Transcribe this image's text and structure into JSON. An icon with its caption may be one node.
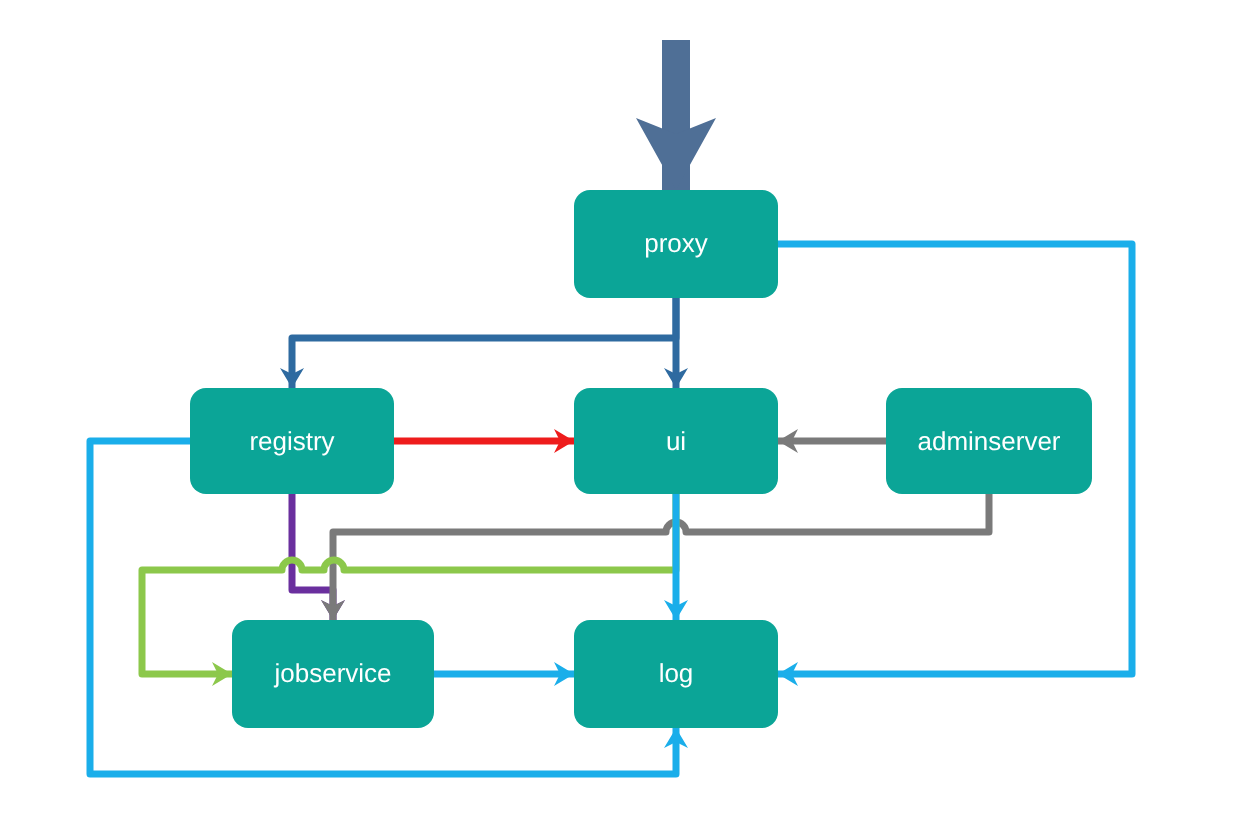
{
  "diagram": {
    "nodes": [
      {
        "text": [
          "proxy"
        ]
      },
      {
        "text": [
          "registry"
        ]
      },
      {
        "text": [
          "ui"
        ]
      },
      {
        "text": [
          "adminserver"
        ]
      },
      {
        "text": [
          "jobservice"
        ]
      },
      {
        "text": [
          "log"
        ]
      }
    ],
    "edges": [
      {
        "from": null,
        "to": 0,
        "arrow": "to",
        "style": "thick",
        "color": "#4f6f96"
      },
      {
        "from": 0,
        "to": 1,
        "arrow": "to",
        "color": "#2e6aa0"
      },
      {
        "from": 0,
        "to": 2,
        "arrow": "to",
        "color": "#2e6aa0"
      },
      {
        "from": 1,
        "to": 2,
        "arrow": "to",
        "color": "#ee1c1c"
      },
      {
        "from": 3,
        "to": 2,
        "arrow": "to",
        "color": "#7a7a7a"
      },
      {
        "from": 1,
        "to": 4,
        "arrow": "to",
        "color": "#6a2f9e"
      },
      {
        "from": 3,
        "to": 4,
        "arrow": "to",
        "color": "#7a7a7a"
      },
      {
        "from": 2,
        "to": 4,
        "arrow": "to",
        "color": "#8cc84b"
      },
      {
        "from": 2,
        "to": 5,
        "arrow": "to"
      },
      {
        "from": 4,
        "to": 5,
        "arrow": "to"
      },
      {
        "from": 0,
        "to": 5,
        "arrow": "to"
      },
      {
        "from": 1,
        "to": 5,
        "arrow": "to"
      }
    ]
  }
}
